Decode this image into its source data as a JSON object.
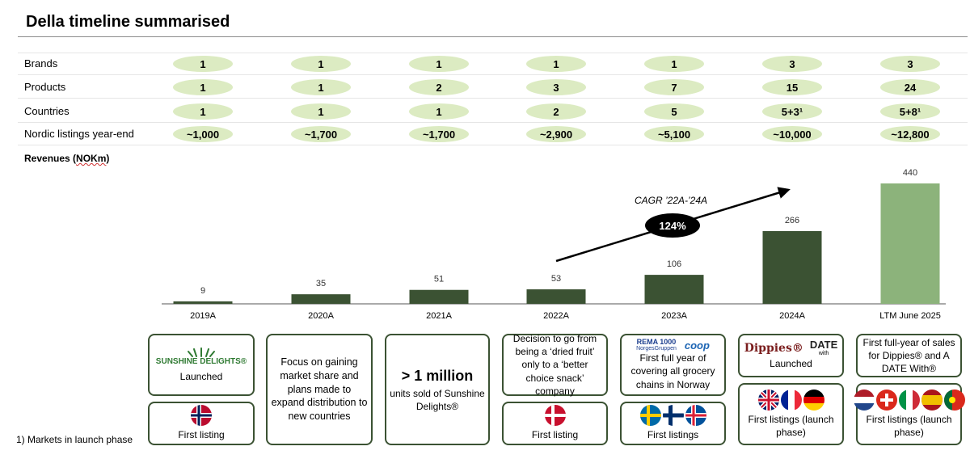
{
  "title": "Della timeline summarised",
  "metrics": [
    {
      "label": "Brands",
      "values": [
        "1",
        "1",
        "1",
        "1",
        "1",
        "3",
        "3"
      ]
    },
    {
      "label": "Products",
      "values": [
        "1",
        "1",
        "2",
        "3",
        "7",
        "15",
        "24"
      ]
    },
    {
      "label": "Countries",
      "values": [
        "1",
        "1",
        "1",
        "2",
        "5",
        "5+3¹",
        "5+8¹"
      ]
    },
    {
      "label": "Nordic listings year-end",
      "values": [
        "~1,000",
        "~1,700",
        "~1,700",
        "~2,900",
        "~5,100",
        "~10,000",
        "~12,800"
      ]
    }
  ],
  "revenue_label": "Revenues",
  "revenue_unit": "NOKm",
  "chart_data": {
    "type": "bar",
    "categories": [
      "2019A",
      "2020A",
      "2021A",
      "2022A",
      "2023A",
      "2024A",
      "LTM June 2025"
    ],
    "values": [
      9,
      35,
      51,
      53,
      106,
      266,
      440
    ],
    "colors": [
      "#3b5233",
      "#3b5233",
      "#3b5233",
      "#3b5233",
      "#3b5233",
      "#3b5233",
      "#8cb37b"
    ],
    "ylim": [
      0,
      440
    ],
    "annotation": {
      "label": "CAGR ’22A-’24A",
      "value": "124%"
    }
  },
  "boxes": {
    "b2019_logo": "SUNSHINE DELIGHTS®",
    "b2019_top": "Launched",
    "b2019_bottom": "First listing",
    "b2020": "Focus on gaining market share and plans made to expand distribution to new countries",
    "b2021_big": "> 1 million",
    "b2021_small": "units sold of Sunshine Delights®",
    "b2022_top": "Decision to go from being a ‘dried fruit’ only to a ‘better choice snack’ company",
    "b2022_bottom": "First listing",
    "b2023_logo_rema": "REMA 1000",
    "b2023_logo_coop": "coop",
    "b2023_logo_ng": "NorgesGruppen",
    "b2023_top": "First full year of covering all grocery chains in Norway",
    "b2023_bottom": "First listings",
    "b2024_logo_dippies": "Dippies®",
    "b2024_logo_date": "DATE",
    "b2024_logo_with": "with",
    "b2024_top": "Launched",
    "b2024_bottom": "First listings (launch phase)",
    "bltm_top": "First full-year of sales for Dippies® and A DATE With®",
    "bltm_bottom": "First listings (launch phase)"
  },
  "flags": {
    "b2019": [
      "norway-flag"
    ],
    "b2022": [
      "denmark-flag"
    ],
    "b2023": [
      "sweden-flag",
      "finland-flag",
      "iceland-flag"
    ],
    "b2024": [
      "uk-flag",
      "france-flag",
      "germany-flag"
    ],
    "bltm": [
      "netherlands-flag",
      "switzerland-flag",
      "italy-flag",
      "spain-flag",
      "portugal-flag"
    ]
  },
  "footnote": "1) Markets in launch phase"
}
